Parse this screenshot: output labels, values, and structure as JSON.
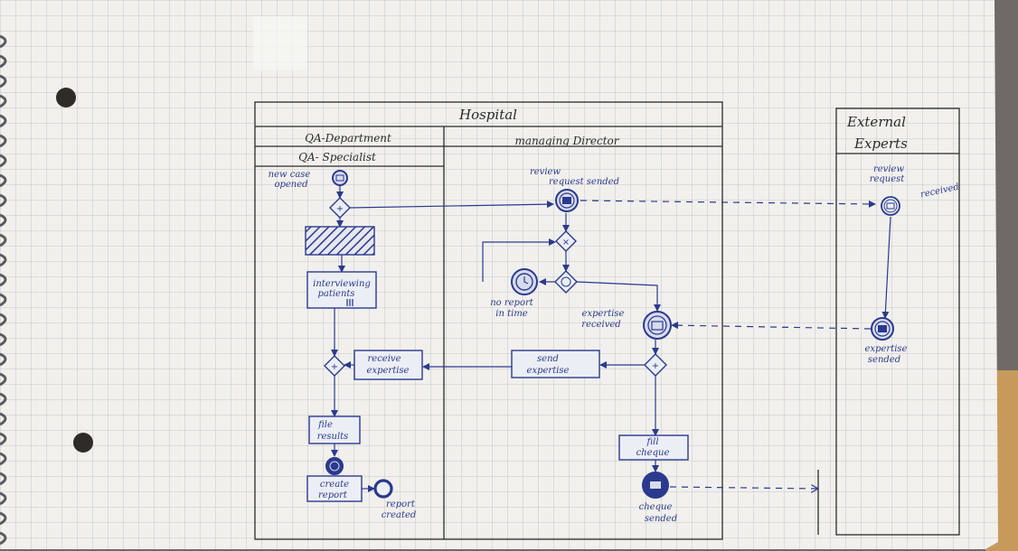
{
  "pool_hospital": {
    "title": "Hospital",
    "lanes": {
      "qa_department": "QA-Department",
      "qa_specialist": "QA- Specialist",
      "managing_director": "managing Director"
    }
  },
  "pool_external": {
    "title_line1": "External",
    "title_line2": "Experts"
  },
  "events": {
    "new_case_l1": "new case",
    "new_case_l2": "opened",
    "review_request_sended_l1": "review",
    "review_request_sended_l2": "request sended",
    "review_request_received_l1": "review",
    "review_request_received_l2": "request",
    "review_request_received_l3": "received",
    "no_report_l1": "no report",
    "no_report_l2": "in time",
    "expertise_received_l1": "expertise",
    "expertise_received_l2": "received",
    "expertise_sended_l1": "expertise",
    "expertise_sended_l2": "sended",
    "report_created_l1": "report",
    "report_created_l2": "created",
    "cheque_sended_l1": "cheque",
    "cheque_sended_l2": "sended"
  },
  "tasks": {
    "interviewing_l1": "interviewing",
    "interviewing_l2": "patients",
    "receive_expertise_l1": "receive",
    "receive_expertise_l2": "expertise",
    "send_expertise_l1": "send",
    "send_expertise_l2": "expertise",
    "file_results_l1": "file",
    "file_results_l2": "results",
    "create_report_l1": "create",
    "create_report_l2": "report",
    "fill_cheque_l1": "fill",
    "fill_cheque_l2": "cheque"
  },
  "colors": {
    "ink": "#2a3a8e",
    "pencil": "#2b2b2b",
    "paper": "#f1f0ec",
    "grid": "#b9bcc4"
  }
}
